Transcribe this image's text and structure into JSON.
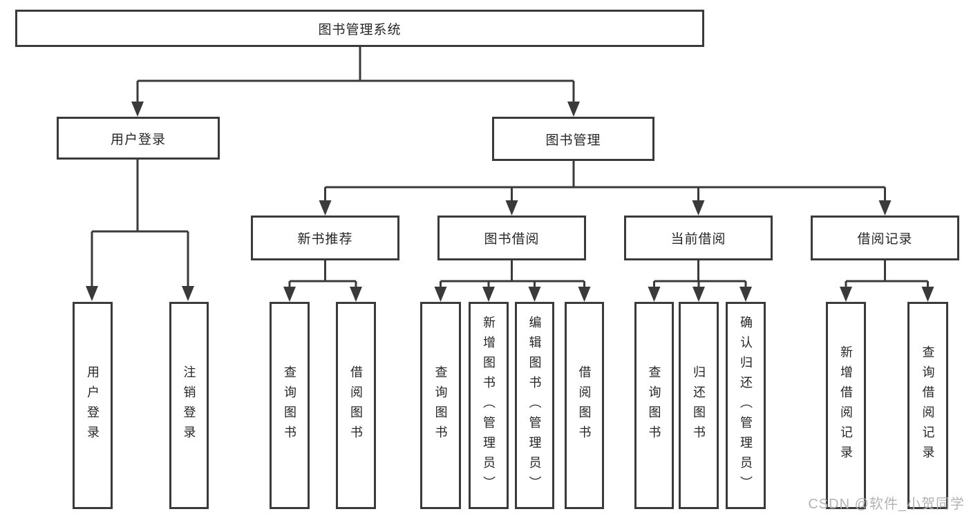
{
  "diagram": {
    "colors": {
      "line": "#3a3a3a",
      "box_border": "#3a3a3a",
      "text": "#262626",
      "watermark": "#b3b3b3",
      "background": "#ffffff"
    },
    "root": {
      "label": "图书管理系统"
    },
    "level1": [
      {
        "id": "user-login",
        "label": "用户登录"
      },
      {
        "id": "book-management",
        "label": "图书管理"
      }
    ],
    "level2": [
      {
        "id": "new-book-recommend",
        "parent": "book-management",
        "label": "新书推荐"
      },
      {
        "id": "book-borrowing",
        "parent": "book-management",
        "label": "图书借阅"
      },
      {
        "id": "current-borrowing",
        "parent": "book-management",
        "label": "当前借阅"
      },
      {
        "id": "borrowing-records",
        "parent": "book-management",
        "label": "借阅记录"
      }
    ],
    "leaves": [
      {
        "id": "user-login-leaf",
        "parent": "user-login",
        "label": "用户登录"
      },
      {
        "id": "logout",
        "parent": "user-login",
        "label": "注销登录"
      },
      {
        "id": "query-books-recommend",
        "parent": "new-book-recommend",
        "label": "查询图书"
      },
      {
        "id": "borrow-books-recommend",
        "parent": "new-book-recommend",
        "label": "借阅图书"
      },
      {
        "id": "query-books-borrowing",
        "parent": "book-borrowing",
        "label": "查询图书"
      },
      {
        "id": "add-book-admin",
        "parent": "book-borrowing",
        "label": "新增图书（管理员）"
      },
      {
        "id": "edit-book-admin",
        "parent": "book-borrowing",
        "label": "编辑图书（管理员）"
      },
      {
        "id": "borrow-books-borrowing",
        "parent": "book-borrowing",
        "label": "借阅图书"
      },
      {
        "id": "query-books-current",
        "parent": "current-borrowing",
        "label": "查询图书"
      },
      {
        "id": "return-book",
        "parent": "current-borrowing",
        "label": "归还图书"
      },
      {
        "id": "confirm-return-admin",
        "parent": "current-borrowing",
        "label": "确认归还（管理员）"
      },
      {
        "id": "add-borrow-record",
        "parent": "borrowing-records",
        "label": "新增借阅记录"
      },
      {
        "id": "query-borrow-record",
        "parent": "borrowing-records",
        "label": "查询借阅记录"
      }
    ],
    "watermark": "CSDN @软件_小贺同学"
  }
}
